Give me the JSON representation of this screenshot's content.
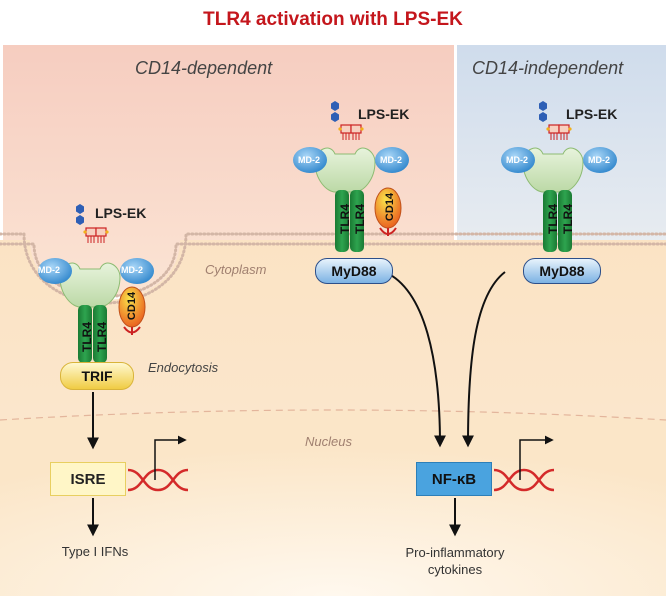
{
  "title": "TLR4 activation with LPS-EK",
  "regions": {
    "dependent": "CD14-dependent",
    "independent": "CD14-independent"
  },
  "compartments": {
    "cytoplasm": "Cytoplasm",
    "nucleus": "Nucleus",
    "endocytosis": "Endocytosis"
  },
  "ligand": "LPS-EK",
  "proteins": {
    "md2": "MD-2",
    "tlr4": "TLR4",
    "cd14": "CD14",
    "myd88": "MyD88",
    "trif": "TRIF"
  },
  "transcription": {
    "isre": "ISRE",
    "nfkb": "NF-κB"
  },
  "outcomes": {
    "ifn": "Type I IFNs",
    "cytokines_line1": "Pro-inflammatory",
    "cytokines_line2": "cytokines"
  },
  "colors": {
    "title": "#c4161c",
    "tlr4": "#1e8a3c",
    "md2": "#3a8fd4",
    "myd88": "#4a8fd6",
    "trif": "#f2d75a",
    "cd14": "#e8741a",
    "dna": "#d42a2a"
  }
}
